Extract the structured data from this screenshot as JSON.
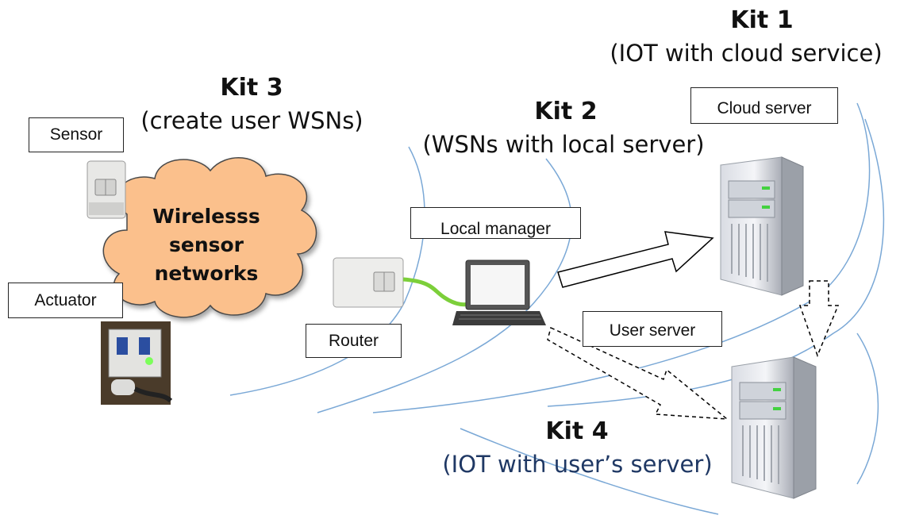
{
  "kits": {
    "kit1": {
      "title": "Kit 1",
      "subtitle": "(IOT with cloud service)"
    },
    "kit2": {
      "title": "Kit 2",
      "subtitle": "(WSNs with local server)"
    },
    "kit3": {
      "title": "Kit 3",
      "subtitle": "(create user WSNs)"
    },
    "kit4": {
      "title": "Kit 4",
      "subtitle": "(IOT with user’s server)"
    }
  },
  "labels": {
    "sensor": "Sensor",
    "actuator": "Actuator",
    "router": "Router",
    "local_manager": "Local manager",
    "cloud_server": "Cloud server",
    "user_server": "User server"
  },
  "cloud": {
    "line1": "Wirelesss",
    "line2": "sensor",
    "line3": "networks",
    "fill_color": "#fbc08c"
  },
  "colors": {
    "boundary_lines": "#7aa8d6",
    "cable": "#7ccf3a",
    "kit4_text": "#1f3864"
  }
}
